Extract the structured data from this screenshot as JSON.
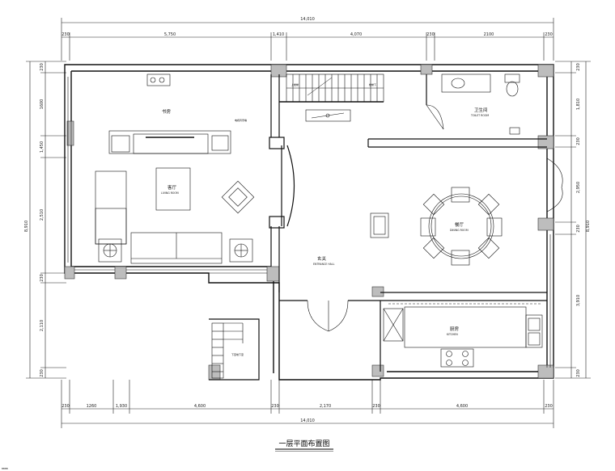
{
  "drawing": {
    "title": "一层平面布置图",
    "corner_note": "8888"
  },
  "dimensions": {
    "top_total": "14,010",
    "top": [
      "230",
      "5,750",
      "1,410",
      "4,070",
      "230",
      "2100",
      "230"
    ],
    "bottom_total": "14,010",
    "bottom": [
      "230",
      "1260",
      "1,930",
      "4,600",
      "230",
      "2,170",
      "230",
      "4,600",
      "230"
    ],
    "left_total": "8,910",
    "left": [
      "230",
      "1600",
      "1,450",
      "2,510",
      "230",
      "2,110",
      "230"
    ],
    "right_total": "8,910",
    "right": [
      "230",
      "1,810",
      "230",
      "2,950",
      "230",
      "3,910",
      "230"
    ]
  },
  "rooms": {
    "study": {
      "label": "书房"
    },
    "living": {
      "label": "客厅",
      "sub": "LIVING ROOM"
    },
    "hall": {
      "label": "玄关",
      "sub": "ENTRANCE HALL"
    },
    "dining": {
      "label": "餐厅",
      "sub": "DINING ROOM"
    },
    "bath": {
      "label": "卫生间",
      "sub": "TOILET ROOM"
    },
    "kitchen": {
      "label": "厨房",
      "sub": "KITCHEN"
    }
  },
  "notes": {
    "stairs_up": "上楼梯",
    "stairs_down": "下至地下室",
    "stair_note": "楼梯下",
    "cabinet_note": "电视背景墙"
  }
}
